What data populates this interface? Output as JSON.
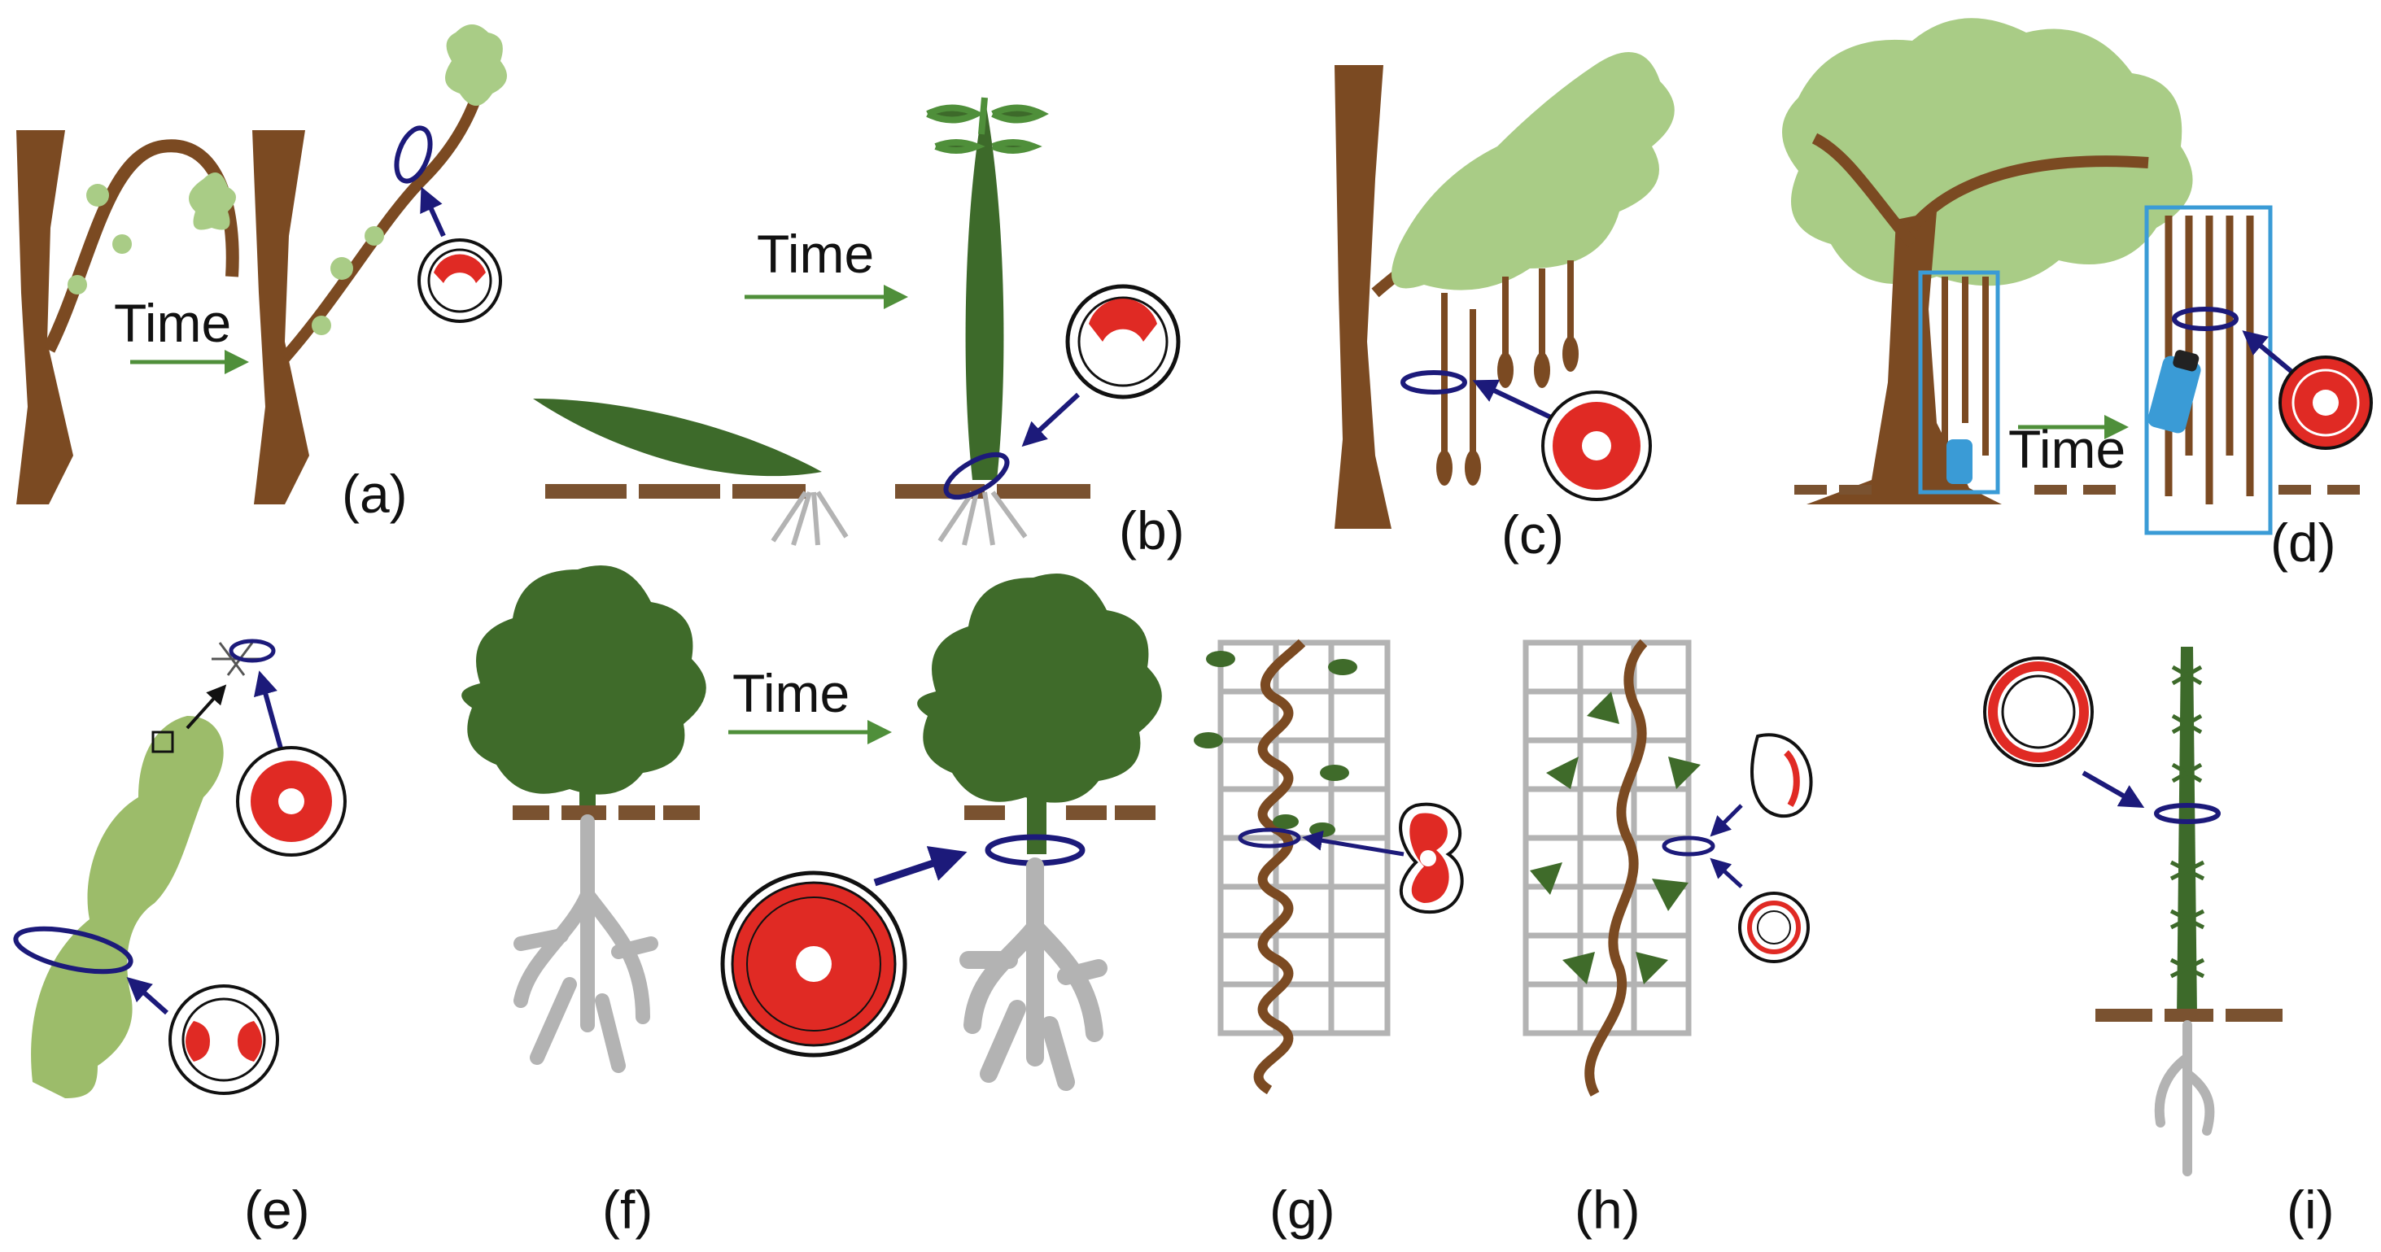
{
  "figure": {
    "panels": [
      {
        "id": "a",
        "label": "(a)",
        "time_label": "Time"
      },
      {
        "id": "b",
        "label": "(b)",
        "time_label": "Time"
      },
      {
        "id": "c",
        "label": "(c)"
      },
      {
        "id": "d",
        "label": "(d)",
        "time_label": "Time"
      },
      {
        "id": "e",
        "label": "(e)"
      },
      {
        "id": "f",
        "label": "(f)",
        "time_label": "Time"
      },
      {
        "id": "g",
        "label": "(g)"
      },
      {
        "id": "h",
        "label": "(h)"
      },
      {
        "id": "i",
        "label": "(i)"
      }
    ]
  },
  "colors": {
    "trunk": "#7b4a22",
    "leaf_light": "#a9cc86",
    "leaf_dark": "#3f6b2a",
    "stem_green": "#3d6a2a",
    "soil": "#7a5230",
    "root_gray": "#b3b3b3",
    "tissue_red": "#e02a24",
    "ring_blue": "#1c1a7a",
    "arrow_green": "#4f8f3a",
    "box_blue": "#3a9bd6",
    "cactus": "#9cbc6a"
  }
}
